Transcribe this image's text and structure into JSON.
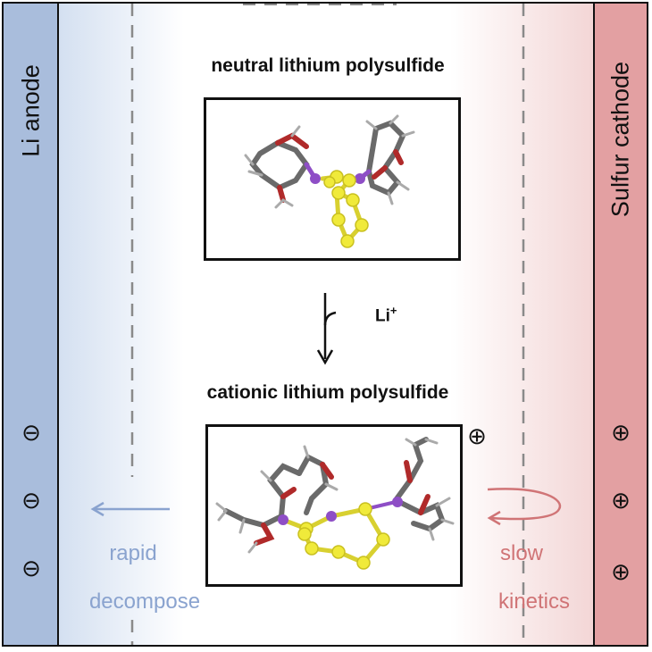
{
  "diagram": {
    "anode_label": "Li anode",
    "cathode_label": "Sulfur cathode",
    "anode_symbol": "⊖",
    "cathode_symbol": "⊕",
    "neutral_title": "neutral lithium polysulfide",
    "cationic_title": "cationic lithium polysulfide",
    "li_ion_label": "Li",
    "li_ion_charge": "+",
    "charge_mark": "⊕",
    "left_note": {
      "line1": "rapid",
      "line2": "decompose"
    },
    "right_note": {
      "line1": "slow",
      "line2": "kinetics"
    }
  },
  "colors": {
    "anode_fill": "#a9bddc",
    "cathode_fill": "#e3a0a2",
    "blue_text": "#8aa3cf",
    "red_text": "#d07476",
    "sulfur": "#f0ea3a",
    "lithium": "#8e4ec6",
    "oxygen": "#b02a2a",
    "carbon": "#5a5a5a"
  }
}
